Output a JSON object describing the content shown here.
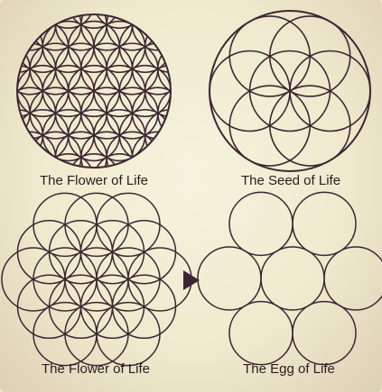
{
  "colors": {
    "line": "#3d2633",
    "text": "#2b1a22"
  },
  "panels": {
    "flower_full": {
      "caption": "The Flower of Life"
    },
    "seed": {
      "caption": "The Seed of Life"
    },
    "flower_circles": {
      "caption": "The Flower of Life"
    },
    "egg": {
      "caption": "The Egg of Life"
    }
  },
  "arrow": {
    "icon": "play-triangle-icon"
  }
}
